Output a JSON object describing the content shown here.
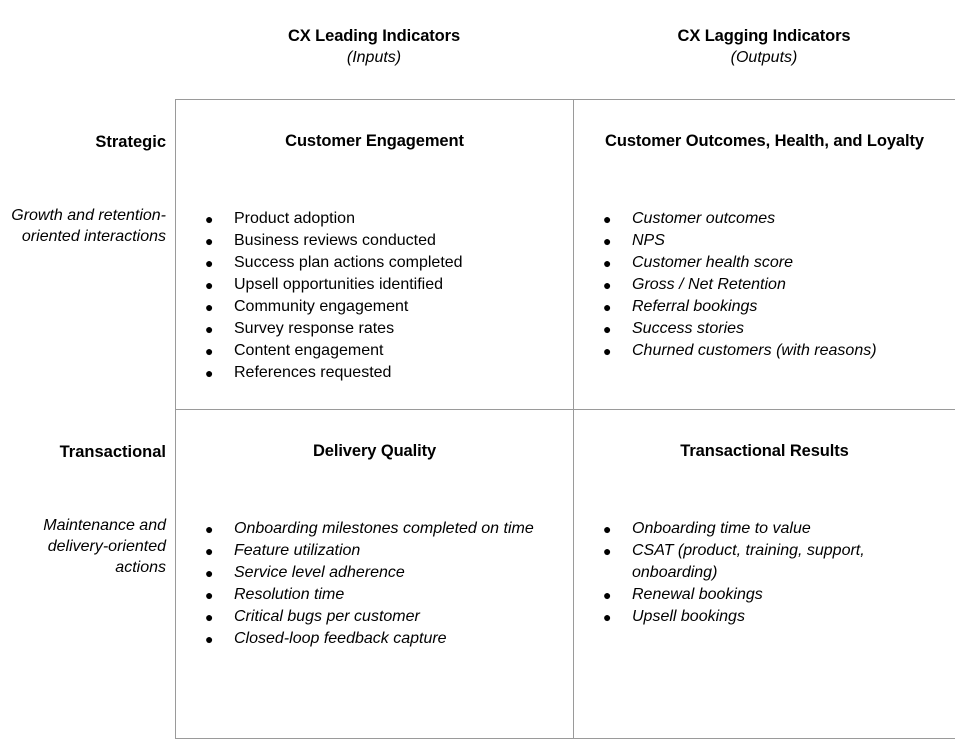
{
  "columns": [
    {
      "title": "CX Leading Indicators",
      "subtitle": "(Inputs)"
    },
    {
      "title": "CX Lagging Indicators",
      "subtitle": "(Outputs)"
    }
  ],
  "rows": [
    {
      "label": "Strategic",
      "description": "Growth and retention-oriented interactions",
      "cells": [
        {
          "heading": "Customer Engagement",
          "italic": false,
          "items": [
            "Product adoption",
            "Business reviews conducted",
            "Success plan actions completed",
            "Upsell opportunities identified",
            "Community engagement",
            "Survey response rates",
            "Content engagement",
            "References requested"
          ]
        },
        {
          "heading": "Customer Outcomes, Health, and Loyalty",
          "italic": true,
          "items": [
            "Customer outcomes",
            "NPS",
            "Customer health score",
            "Gross / Net Retention",
            "Referral bookings",
            "Success stories",
            "Churned customers (with reasons)"
          ]
        }
      ]
    },
    {
      "label": "Transactional",
      "description": "Maintenance and delivery-oriented actions",
      "cells": [
        {
          "heading": "Delivery Quality",
          "italic": true,
          "items": [
            "Onboarding milestones completed on time",
            "Feature utilization",
            "Service level adherence",
            "Resolution time",
            "Critical bugs per customer",
            "Closed-loop feedback capture"
          ]
        },
        {
          "heading": "Transactional Results",
          "italic": true,
          "items": [
            "Onboarding time to value",
            "CSAT (product, training, support, onboarding)",
            "Renewal bookings",
            "Upsell bookings"
          ]
        }
      ]
    }
  ],
  "bullet_glyph": "●",
  "colors": {
    "text": "#000000",
    "border": "#9a9a9a",
    "background": "#ffffff"
  }
}
